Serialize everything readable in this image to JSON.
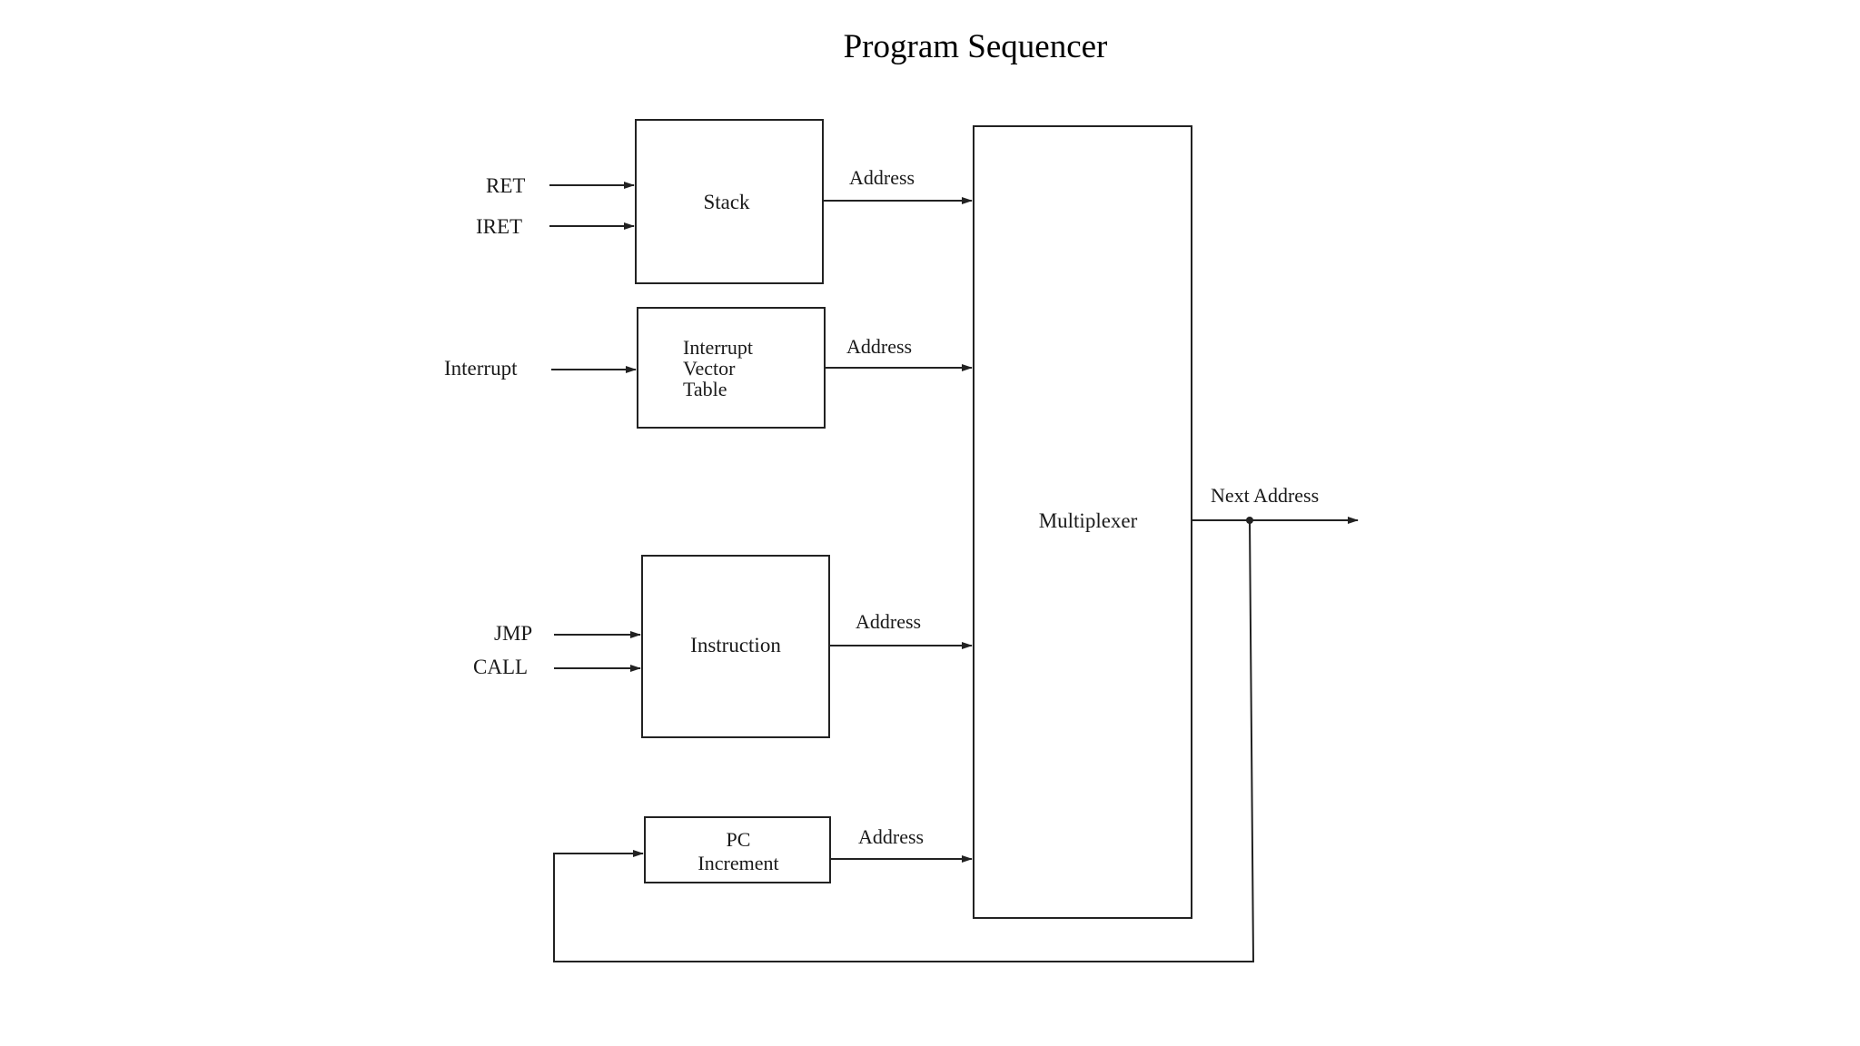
{
  "title": "Program Sequencer",
  "blocks": {
    "stack": {
      "label": "Stack"
    },
    "interrupt_vector_table": {
      "lines": [
        "Interrupt",
        "Vector",
        "Table"
      ]
    },
    "instruction": {
      "label": "Instruction"
    },
    "pc_increment": {
      "lines": [
        "PC",
        "Increment"
      ]
    },
    "multiplexer": {
      "label": "Multiplexer"
    }
  },
  "inputs": {
    "ret": "RET",
    "iret": "IRET",
    "interrupt": "Interrupt",
    "jmp": "JMP",
    "call": "CALL"
  },
  "edges": {
    "stack_address": "Address",
    "ivt_address": "Address",
    "instruction_address": "Address",
    "pc_address": "Address",
    "next_address": "Next Address"
  },
  "colors": {
    "ink": "#222222",
    "background": "#ffffff"
  }
}
